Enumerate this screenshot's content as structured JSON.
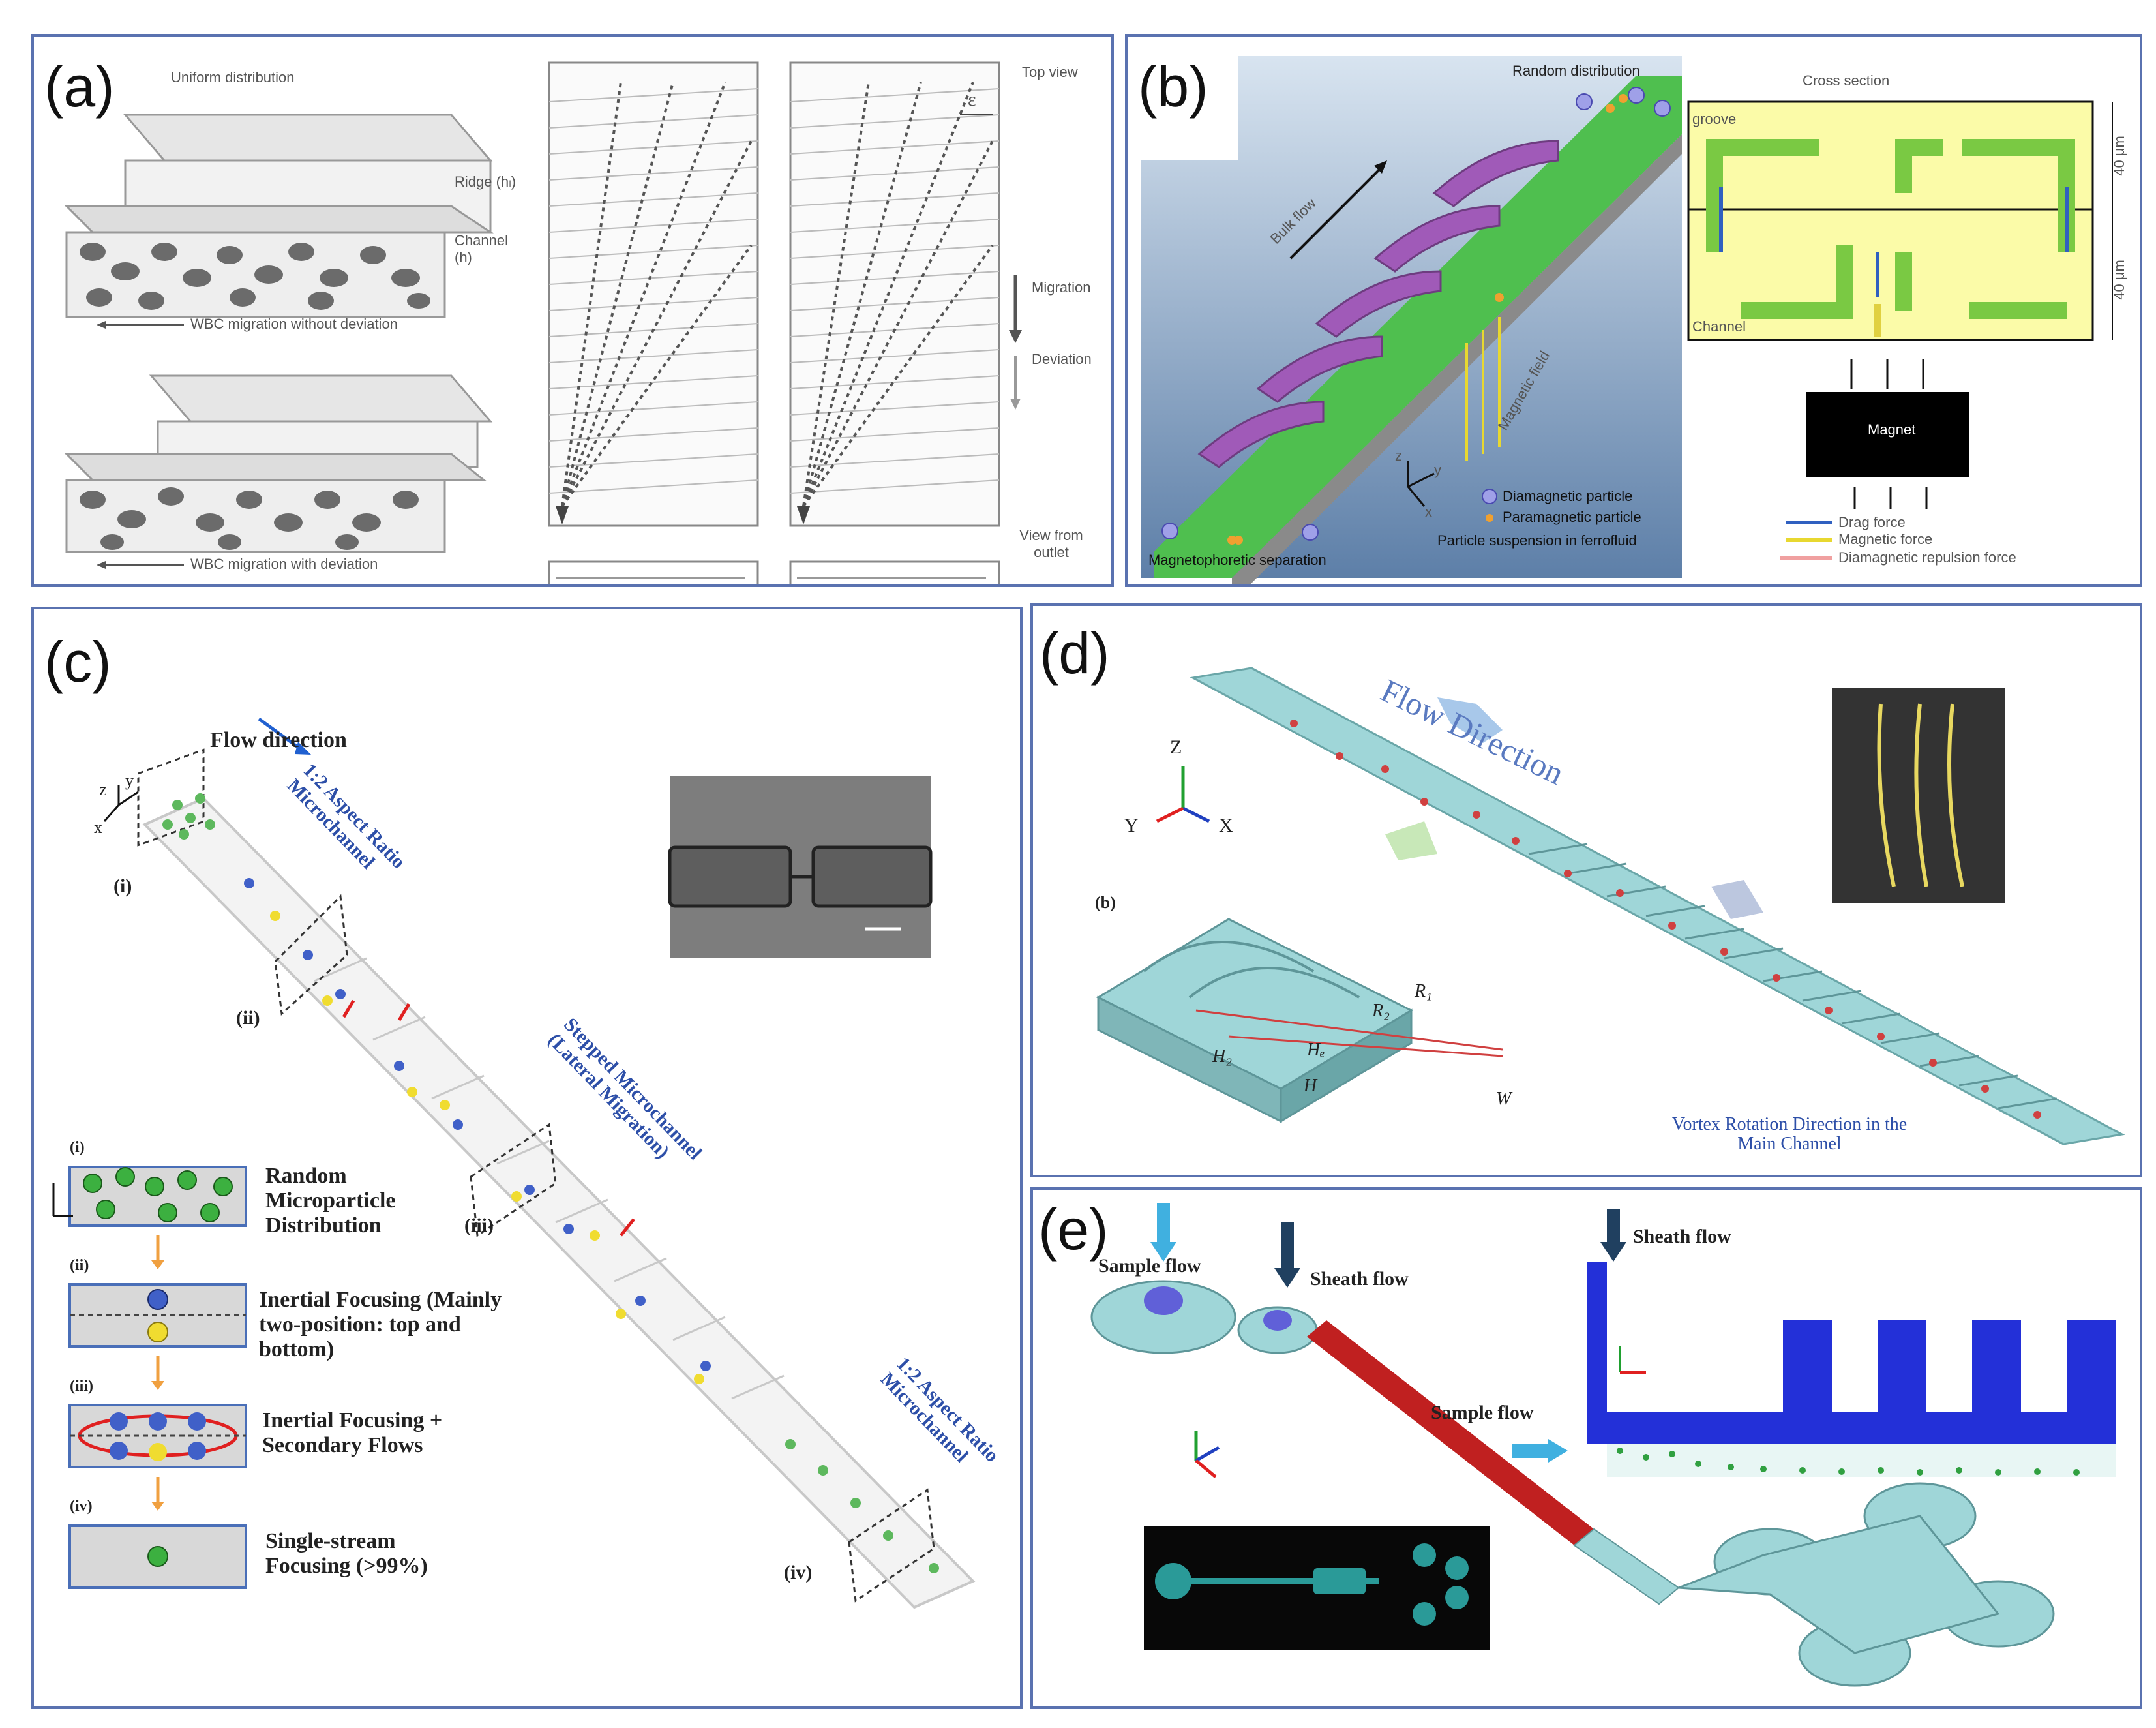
{
  "panels": {
    "a": {
      "label": "(a)",
      "uniform": "Uniform distribution",
      "ridge": "Ridge (hₗ)",
      "channel": "Channel (h)",
      "wbc_no_dev": "WBC migration without deviation",
      "wbc_dev": "WBC migration with deviation",
      "top_view": "Top view",
      "epsilon": "ε",
      "migration": "Migration",
      "deviation": "Deviation",
      "view_outlet": "View from outlet"
    },
    "b": {
      "label": "(b)",
      "random": "Random distribution",
      "bulk_flow": "Bulk flow",
      "magnetic_field": "Magnetic field",
      "cross_section": "Cross section",
      "groove": "groove",
      "channel": "Channel",
      "dim1": "40 μm",
      "dim2": "40 μm",
      "magnet": "Magnet",
      "diamagnetic_particle": "Diamagnetic particle",
      "paramagnetic_particle": "Paramagnetic particle",
      "suspension": "Particle suspension in ferrofluid",
      "separation": "Magnetophoretic separation",
      "drag": "Drag force",
      "magnetic_force": "Magnetic force",
      "repulsion": "Diamagnetic repulsion force",
      "axes": [
        "z",
        "y",
        "x"
      ]
    },
    "c": {
      "label": "(c)",
      "flow_direction": "Flow direction",
      "aspect1": "1:2 Aspect Ratio Microchannel",
      "stepped": "Stepped Microchannel (Lateral Migration)",
      "aspect2": "1:2 Aspect Ratio Microchannel",
      "roman": [
        "(i)",
        "(ii)",
        "(iii)",
        "(iv)"
      ],
      "steps": [
        "Random Microparticle Distribution",
        "Inertial Focusing (Mainly two-position: top and bottom)",
        "Inertial Focusing + Secondary Flows",
        "Single-stream Focusing (>99%)"
      ],
      "axes": [
        "z",
        "y",
        "x"
      ]
    },
    "d": {
      "label": "(d)",
      "flow_direction": "Flow Direction",
      "inset_label": "(b)",
      "vortex": "Vortex Rotation Direction in the Main Channel",
      "axes": [
        "Z",
        "Y",
        "X"
      ],
      "symbols": [
        "R₁",
        "R₂",
        "Hₑ",
        "H₂",
        "H",
        "W"
      ]
    },
    "e": {
      "label": "(e)",
      "sample_flow": "Sample flow",
      "sheath_flow": "Sheath flow",
      "sheath_flow_2": "Sheath flow",
      "sample_flow_2": "Sample flow"
    }
  },
  "colors": {
    "frame": "#5a72b0",
    "green_channel": "#4fbf4f",
    "purple_ridge": "#a05ab8",
    "teal": "#9fd6d8",
    "blue_channel": "#2330d8",
    "yellow_xs": "#fbfba8"
  }
}
